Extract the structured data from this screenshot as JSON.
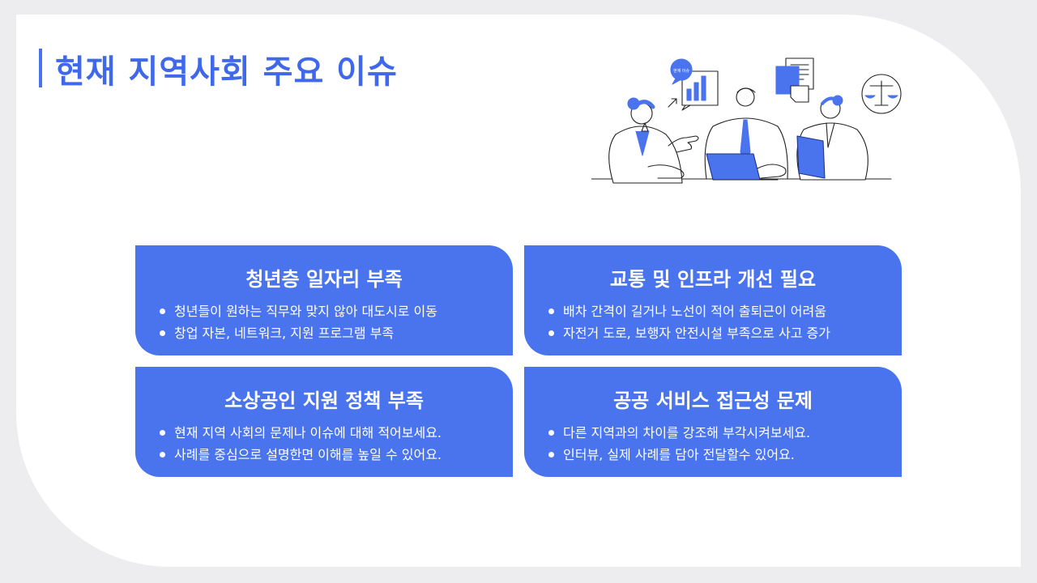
{
  "page": {
    "title": "현재 지역사회 주요 이슈"
  },
  "illustration": {
    "icon": "business-meeting-illustration",
    "speech_bubble_text": "현재 이슈"
  },
  "cards": [
    {
      "title": "청년층 일자리 부족",
      "bullets": [
        "청년들이 원하는 직무와 맞지 않아 대도시로 이동",
        "창업 자본, 네트워크, 지원 프로그램 부족"
      ]
    },
    {
      "title": "교통 및 인프라 개선 필요",
      "bullets": [
        "배차 간격이 길거나 노선이 적어 출퇴근이 어려움",
        "자전거 도로, 보행자 안전시설 부족으로 사고 증가"
      ]
    },
    {
      "title": "소상공인 지원 정책 부족",
      "bullets": [
        "현재 지역 사회의 문제나 이슈에 대해 적어보세요.",
        "사례를 중심으로 설명한면 이해를 높일 수 있어요."
      ]
    },
    {
      "title": "공공 서비스 접근성 문제",
      "bullets": [
        "다른 지역과의 차이를 강조해 부각시켜보세요.",
        "인터뷰, 실제 사례를 담아 전달할수 있어요."
      ]
    }
  ],
  "colors": {
    "accent": "#3f68ea",
    "card_bg": "#4a74ee",
    "page_bg": "#ededef",
    "slide_bg": "#ffffff"
  }
}
